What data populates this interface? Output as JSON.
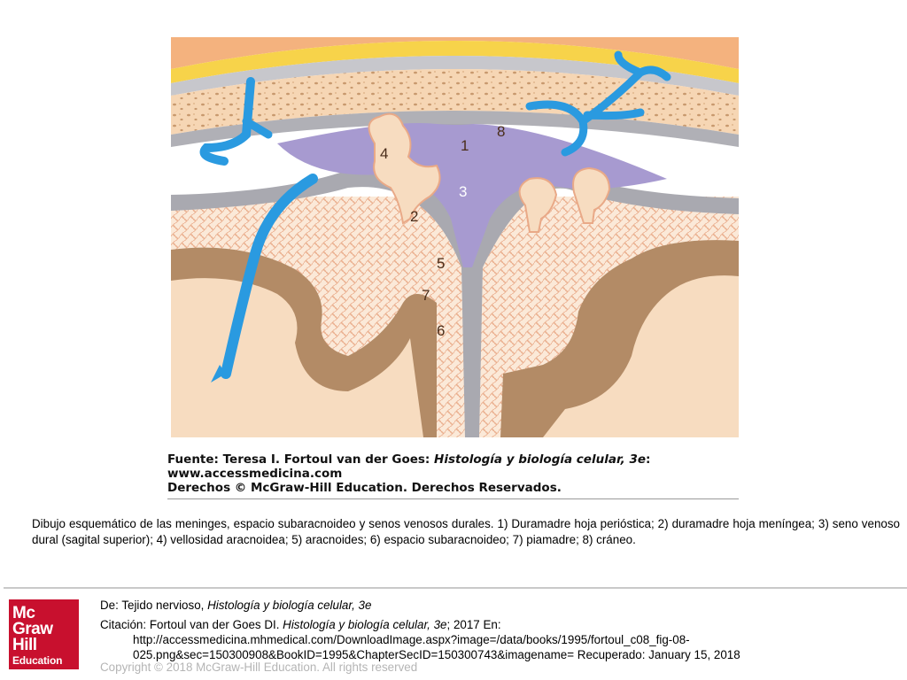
{
  "figure": {
    "labels": [
      "1",
      "2",
      "3",
      "4",
      "5",
      "6",
      "7",
      "8"
    ]
  },
  "source": {
    "line1_prefix": "Fuente: Teresa I. Fortoul van der Goes: ",
    "line1_title": "Histología y biología celular, 3e",
    "line1_suffix": ":",
    "line2": "www.accessmedicina.com",
    "line3": "Derechos © McGraw-Hill Education. Derechos Reservados."
  },
  "caption": "Dibujo esquemático de las meninges, espacio subaracnoideo y senos venosos durales. 1) Duramadre hoja perióstica; 2) duramadre hoja meníngea; 3) seno venoso dural (sagital superior); 4) vellosidad aracnoidea; 5) aracnoides; 6) espacio subaracnoideo; 7) piamadre; 8) cráneo.",
  "footer": {
    "logo": [
      "Mc",
      "Graw",
      "Hill",
      "Education"
    ],
    "from_prefix": "De: Tejido nervioso, ",
    "from_title": "Histología y biología celular, 3e",
    "citation_prefix": "Citación: Fortoul van der Goes DI. ",
    "citation_title": "Histología y biología celular, 3e",
    "citation_suffix": "; 2017 En:",
    "url_line1": "http://accessmedicina.mhmedical.com/DownloadImage.aspx?image=/data/books/1995/fortoul_c08_fig-08-",
    "url_line2": "025.png&sec=150300908&BookID=1995&ChapterSecID=150300743&imagename= Recuperado: January 15, 2018",
    "copyright": "Copyright © 2018 McGraw-Hill Education. All rights reserved"
  },
  "colors": {
    "bone": "#f3c9a2",
    "bone_dots": "#c8996e",
    "skin_orange": "#f4b27e",
    "yellow_band": "#f7d34a",
    "dura_grey": "#b0b0b6",
    "sinus_purple": "#a79ad0",
    "brain_brown": "#b38b66",
    "brain_cream": "#f7dcc0",
    "vessel_blue": "#2a9ae0",
    "logo_red": "#c8102e"
  }
}
